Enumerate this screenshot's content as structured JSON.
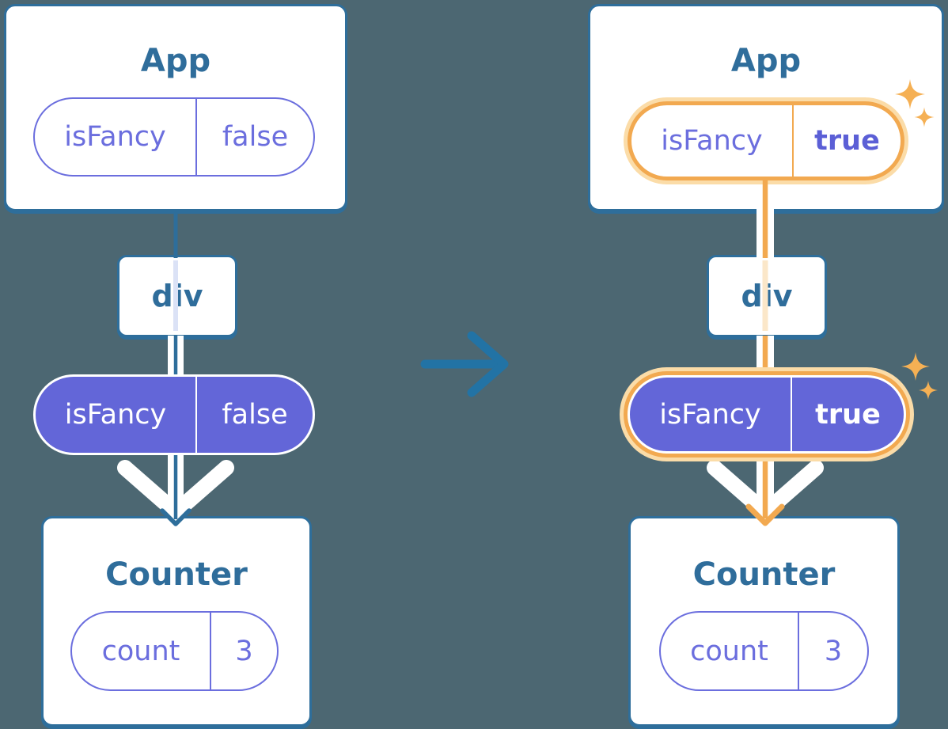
{
  "colors": {
    "background": "#4C6772",
    "card_border": "#2E6E9B",
    "title_text": "#2F6D9B",
    "purple_outline": "#6B6EDE",
    "purple_fill": "#6366D8",
    "highlight_orange": "#F2A950",
    "highlight_glow": "#FBDCA8",
    "sparkle": "#F5B054",
    "transition_arrow": "#2273A5",
    "through_line_left": "#DBE2F6",
    "through_line_right": "#FBE7C9"
  },
  "icons": {
    "transition": "right-arrow-icon",
    "flow_left": "down-arrow-icon",
    "flow_right": "down-arrow-icon",
    "highlight": "sparkles-icon"
  },
  "left": {
    "app": {
      "title": "App",
      "prop_name": "isFancy",
      "prop_value": "false"
    },
    "div_box": {
      "label": "div"
    },
    "passed_prop": {
      "name": "isFancy",
      "value": "false"
    },
    "counter": {
      "title": "Counter",
      "state_name": "count",
      "state_value": "3"
    }
  },
  "right": {
    "app": {
      "title": "App",
      "prop_name": "isFancy",
      "prop_value": "true"
    },
    "div_box": {
      "label": "div"
    },
    "passed_prop": {
      "name": "isFancy",
      "value": "true"
    },
    "counter": {
      "title": "Counter",
      "state_name": "count",
      "state_value": "3"
    }
  }
}
